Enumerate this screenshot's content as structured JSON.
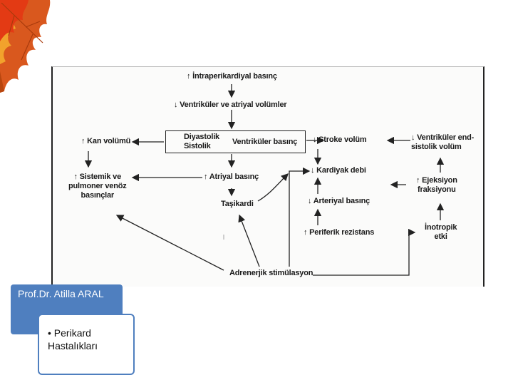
{
  "slide": {
    "title": "Prof.Dr. Atilla ARAL",
    "bullet": "• Perikard\nHastalıkları"
  },
  "diagram": {
    "nodes": {
      "intrapericardial": "↑ İntraperikardiyal basınç",
      "volumes": "↓ Ventriküler ve atriyal volümler",
      "box_diastolic_systolic": "Diyastolik\nSistolik",
      "box_pressure": "Ventriküler basınç",
      "stroke": "↓ Stroke volüm",
      "end_systolic": "↓ Ventriküler end-\nsistolik volüm",
      "blood_volume": "↑ Kan volümü",
      "cardiac_output": "↓ Kardiyak debi",
      "systemic_pulmonary": "↑ Sistemik ve\npulmoner venöz\nbasınçlar",
      "atrial_pressure": "↑ Atriyal basınç",
      "ejection": "↑ Ejeksiyon\nfraksiyonu",
      "tachycardia": "Taşikardi",
      "arterial_pressure": "↓ Arteriyal basınç",
      "peripheral_resistance": "↑ Periferik rezistans",
      "inotropic": "İnotropik\netki",
      "adrenergic": "Adrenerjik stimülasyon"
    }
  },
  "colors": {
    "accent_blue": "#4f7fbf",
    "line": "#222222"
  }
}
